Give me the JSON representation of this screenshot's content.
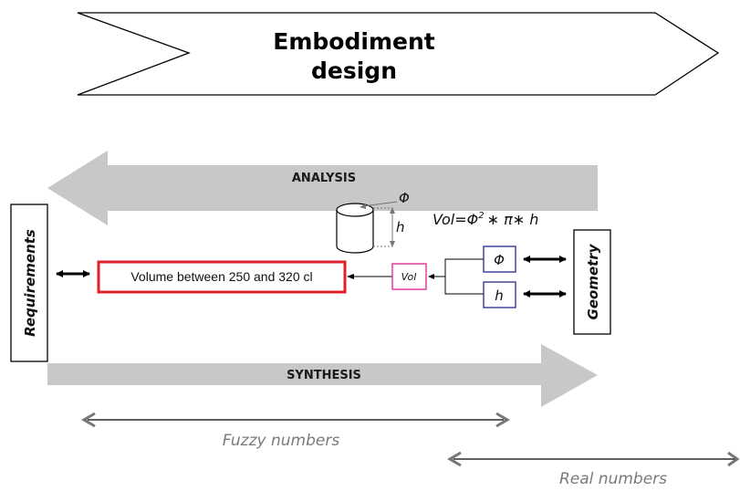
{
  "title": {
    "line1": "Embodiment",
    "line2": "design"
  },
  "analysis_label": "ANALYSIS",
  "synthesis_label": "SYNTHESIS",
  "requirements_label": "Requirements",
  "geometry_label": "Geometry",
  "requirement_text": "Volume between 250 and 320 cl",
  "vol_label": "Vol",
  "phi_label": "Φ",
  "h_label": "h",
  "cylinder": {
    "phi_label": "Φ",
    "h_label": "h"
  },
  "formula": {
    "lhs": "Vol=Φ",
    "exp": "2",
    "rhs": "∗ π∗ h"
  },
  "ranges": {
    "fuzzy": "Fuzzy numbers",
    "real": "Real numbers"
  },
  "colors": {
    "requirement_border": "#e0202a",
    "vol_border": "#e0208c",
    "variable_border": "#2a2a8c",
    "band_gray": "#c8c8c8"
  }
}
